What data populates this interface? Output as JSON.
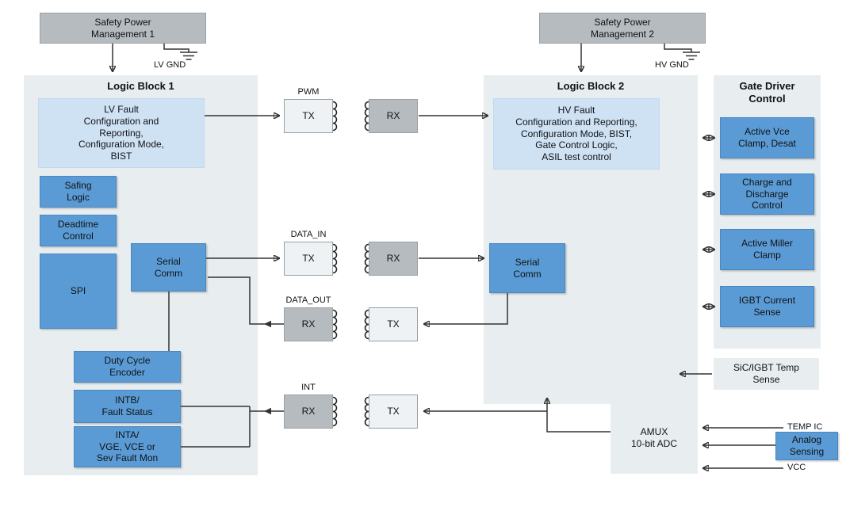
{
  "power": {
    "spm1": "Safety Power\nManagement 1",
    "spm2": "Safety Power\nManagement 2",
    "lv_gnd": "LV GND",
    "hv_gnd": "HV GND"
  },
  "logic_block_1": {
    "title": "Logic Block 1",
    "lv_fault": "LV Fault\nConfiguration and\nReporting,\nConfiguration Mode,\nBIST",
    "safing_logic": "Safing\nLogic",
    "deadtime_control": "Deadtime\nControl",
    "spi": "SPI",
    "serial_comm": "Serial\nComm",
    "duty_cycle_encoder": "Duty Cycle\nEncoder",
    "intb": "INTB/\nFault Status",
    "inta": "INTA/\nVGE, VCE or\nSev Fault Mon"
  },
  "isolation": {
    "tx": "TX",
    "rx": "RX",
    "pwm_label": "PWM",
    "data_in_label": "DATA_IN",
    "data_out_label": "DATA_OUT",
    "int_label": "INT"
  },
  "logic_block_2": {
    "title": "Logic Block 2",
    "hv_fault": "HV Fault\nConfiguration and Reporting,\nConfiguration Mode, BIST,\nGate Control Logic,\nASIL test control",
    "serial_comm": "Serial\nComm",
    "amux": "AMUX\n10-bit ADC"
  },
  "gate_driver": {
    "title": "Gate Driver\nControl",
    "blocks": [
      "Active Vce\nClamp, Desat",
      "Charge and\nDischarge\nControl",
      "Active Miller\nClamp",
      "IGBT Current\nSense"
    ]
  },
  "sensing": {
    "temp_sense": "SiC/IGBT Temp\nSense",
    "analog_sensing": "Analog\nSensing",
    "temp_ic": "TEMP IC",
    "vcc": "VCC"
  },
  "colors": {
    "block_blue": "#5b9bd5",
    "light_blue": "#cfe2f4",
    "container": "#e8edf0",
    "gray": "#b6bbbf"
  }
}
